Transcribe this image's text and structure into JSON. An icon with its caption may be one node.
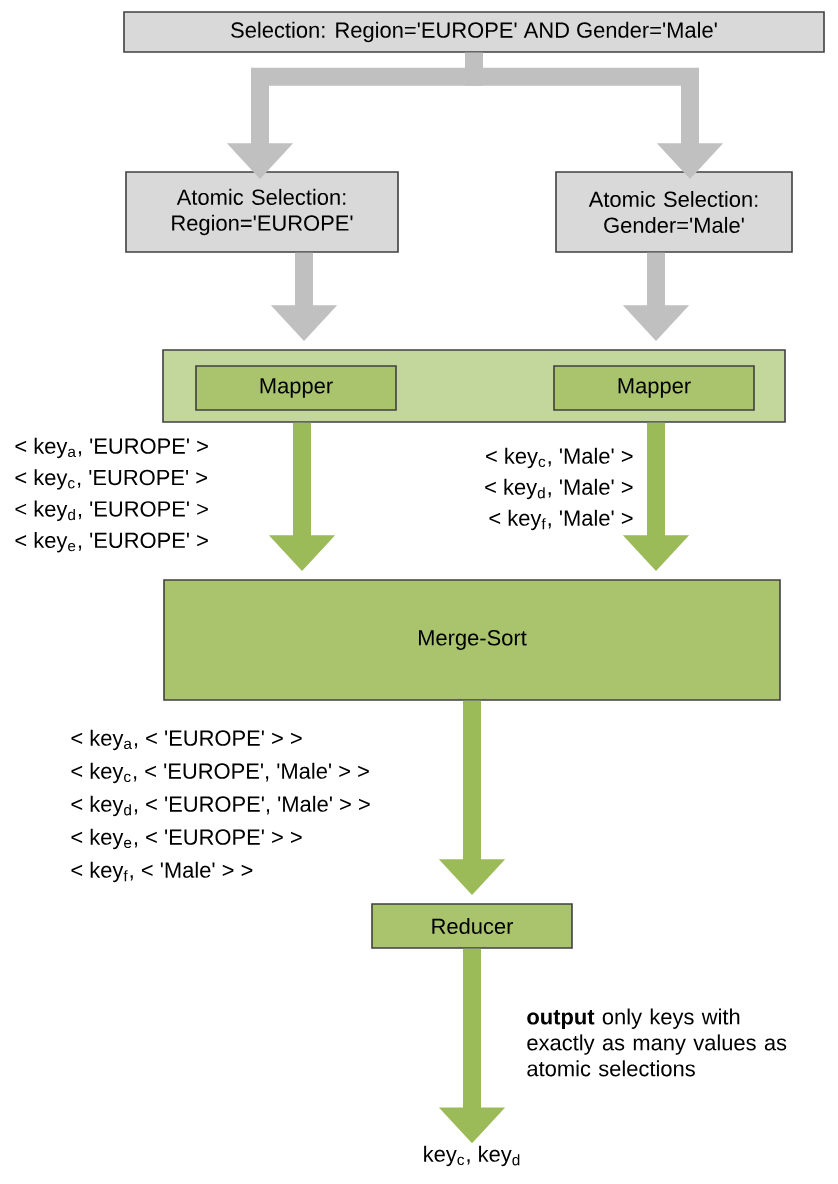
{
  "diagram": {
    "nodes": [
      {
        "text": [
          "Selection: Region='EUROPE' AND Gender='Male'"
        ]
      },
      {
        "text": [
          "Atomic Selection: Region='EUROPE'"
        ]
      },
      {
        "text": [
          "Atomic Selection: Gender='Male'"
        ]
      },
      {
        "text": [],
        "shape": "box"
      },
      {
        "text": [
          "Mapper"
        ],
        "in": 3
      },
      {
        "text": [
          "Mapper"
        ],
        "in": 3
      },
      {
        "text": [
          "Merge-Sort"
        ]
      },
      {
        "text": [
          "Reducer"
        ]
      },
      {
        "text": [
          "key$_{c}$, key$_{d}$"
        ]
      }
    ],
    "edges": [
      {
        "from": 0,
        "to": 1,
        "arrow": "to",
        "color": "#c0c0c0"
      },
      {
        "from": 0,
        "to": 2,
        "arrow": "to",
        "color": "#c0c0c0"
      },
      {
        "from": 1,
        "to": 4,
        "arrow": "to",
        "color": "#c0c0c0"
      },
      {
        "from": 2,
        "to": 5,
        "arrow": "to",
        "color": "#c0c0c0"
      },
      {
        "from": 4,
        "to": 6,
        "arrow": "to",
        "color": "#9bbb59"
      },
      {
        "from": 5,
        "to": 6,
        "arrow": "to",
        "color": "#9bbb59"
      },
      {
        "from": 6,
        "to": 7,
        "arrow": "to",
        "color": "#9bbb59"
      },
      {
        "from": 7,
        "to": 8,
        "arrow": "to",
        "color": "#9bbb59",
        "label": "**output** only keys with exactly as many values as atomic selections"
      }
    ],
    "labels": [
      "< key$_{a}$, 'EUROPE' >",
      "< key$_{c}$, 'EUROPE' >",
      "< key$_{d}$, 'EUROPE' >",
      "< key$_{e}$, 'EUROPE' >",
      "< key$_{c}$, 'Male' >",
      "< key$_{d}$, 'Male' >",
      "< key$_{f}$, 'Male' >",
      "< key$_{a}$, < 'EUROPE' > >",
      "< key$_{c}$, < 'EUROPE', 'Male' > >",
      "< key$_{d}$, < 'EUROPE', 'Male' > >",
      "< key$_{e}$, < 'EUROPE' > >",
      "< key$_{f}$, < 'Male' > >"
    ]
  }
}
